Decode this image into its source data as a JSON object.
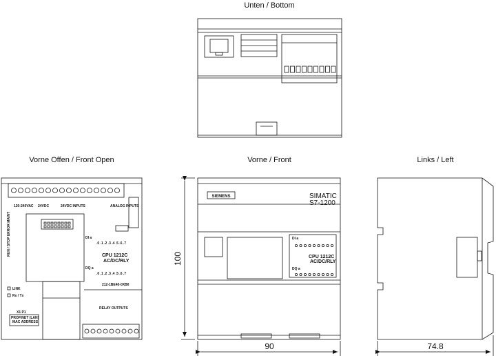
{
  "views": {
    "bottom": {
      "title": "Unten / Bottom"
    },
    "front_open": {
      "title": "Vorne Offen / Front Open",
      "supply_label": "120-240VAC",
      "sensor_label": "24VDC",
      "inputs_label": "24VDC INPUTS",
      "analog_label": "ANALOG INPUTS",
      "mode_label": "RUN / STOP ERROR MAINT",
      "di_label": "DI a",
      "di_numbers": ".0 .1 .2 .3 .4 .5 .6 .7",
      "dq_label": "DQ a",
      "dq_numbers": ".0 .1 .2 .3 .4 .5 .6 .7",
      "cpu_label": "CPU 1212C",
      "cpu_type": "AC/DC/RLY",
      "order_number": "212-1BE40-0XB0",
      "relay_label": "RELAY OUTPUTS",
      "link_label": "LINK",
      "rxtx_label": "Rx / Tx",
      "port_label": "X1 P1",
      "profinet_label": "PROFINET (LAN)",
      "mac_label": "MAC ADDRESS"
    },
    "front": {
      "title": "Vorne / Front",
      "brand": "SIEMENS",
      "product_line1": "SIMATIC",
      "product_line2": "S7-1200",
      "cpu_label": "CPU 1212C",
      "cpu_type": "AC/DC/RLY",
      "di_label": "DI a",
      "dq_label": "DQ a"
    },
    "left": {
      "title": "Links / Left"
    }
  },
  "dimensions": {
    "height": "100",
    "width": "90",
    "depth": "74.8"
  }
}
